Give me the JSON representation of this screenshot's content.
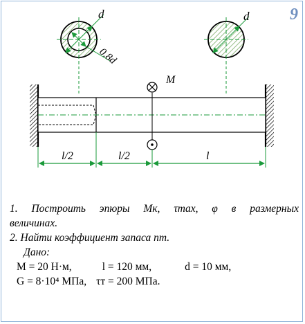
{
  "problem_number": "9",
  "diagram": {
    "section_labels": {
      "outer_diameter": "d",
      "inner_diameter": "0.8d",
      "solid_diameter": "d"
    },
    "torque_label": "M",
    "length_labels": [
      "l/2",
      "l/2",
      "l"
    ]
  },
  "task": {
    "item1_line1": "1.  Построить  эпюры  Mк,  τmax,  φ  в  размерных",
    "item1_line2": "величинах.",
    "item2": "2.  Найти коэффициент запаса nт.",
    "given_header": "Дано:",
    "given_row1": {
      "M": "M = 20 Н·м,",
      "l": "l = 120 мм,",
      "d": "d = 10 мм,"
    },
    "given_row2": {
      "G": "G = 8·10⁴ МПа,",
      "tau": "τт = 200 МПа."
    }
  },
  "colors": {
    "frame": "#8fb3d9",
    "green": "#1a9a3a",
    "hatch": "#7fae6a",
    "number": "#6f8fbf"
  }
}
